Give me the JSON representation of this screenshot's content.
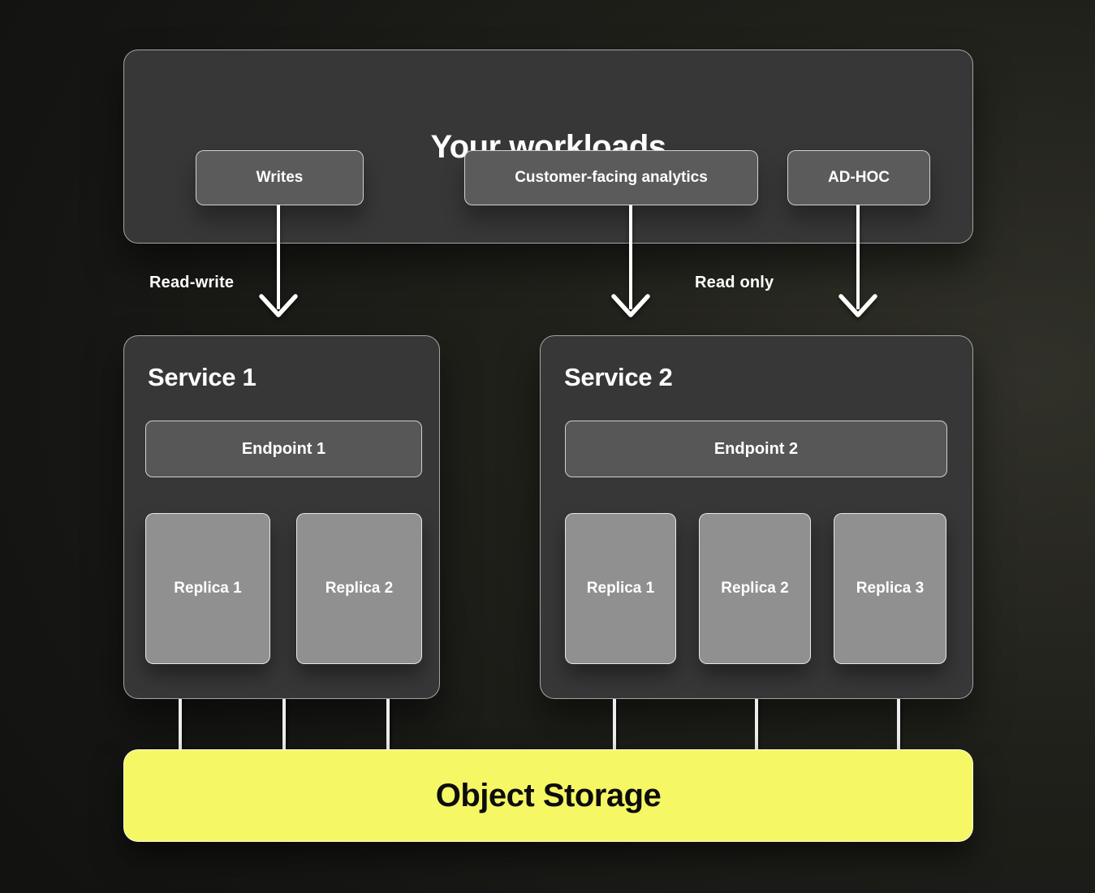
{
  "workloads": {
    "title": "Your workloads",
    "chips": [
      {
        "label": "Writes"
      },
      {
        "label": "Customer-facing analytics"
      },
      {
        "label": "AD-HOC"
      }
    ]
  },
  "flow_labels": {
    "left": "Read-write",
    "right": "Read only"
  },
  "services": [
    {
      "title": "Service 1",
      "endpoint": "Endpoint 1",
      "replicas": [
        "Replica 1",
        "Replica 2"
      ]
    },
    {
      "title": "Service 2",
      "endpoint": "Endpoint 2",
      "replicas": [
        "Replica 1",
        "Replica 2",
        "Replica 3"
      ]
    }
  ],
  "storage": {
    "label": "Object Storage"
  },
  "colors": {
    "background": "#1c1c17",
    "card_bg": "#373737",
    "chip_bg": "#5b5b5b",
    "endpoint_bg": "#575757",
    "replica_bg": "#909090",
    "storage_bg": "#f5f765",
    "storage_text": "#0d0d0d",
    "line": "#ededed",
    "text": "#ffffff"
  }
}
